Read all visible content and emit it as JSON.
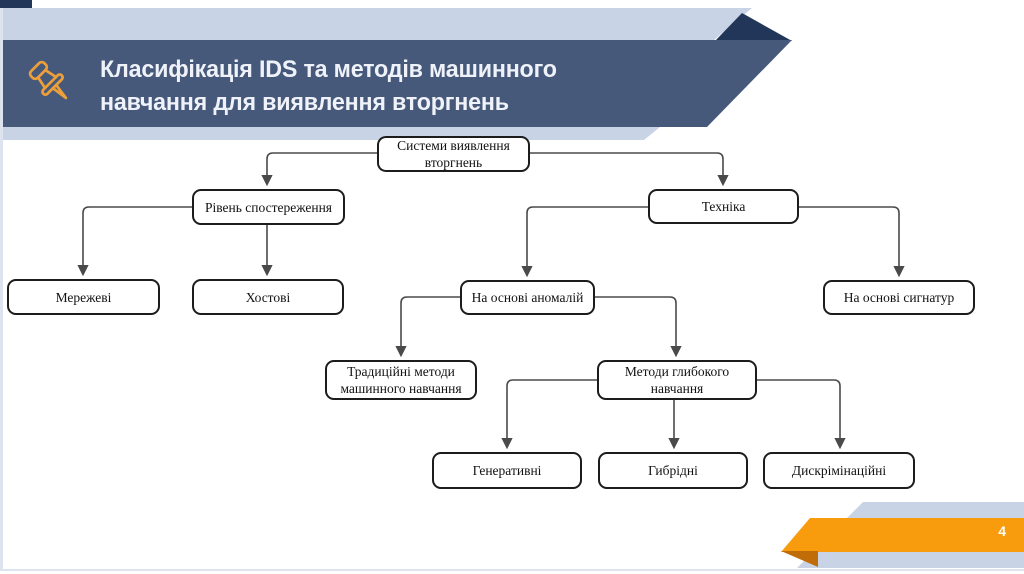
{
  "slide": {
    "title": "Класифікація IDS та методів машинного навчання для виявлення вторгнень",
    "page_number": "4"
  },
  "colors": {
    "banner": "#46597b",
    "banner_dark": "#223659",
    "band": "#c9d3e6",
    "accent_orange": "#f89c0e",
    "accent_orange_dark": "#bf6c09",
    "connector": "#4a4a4a",
    "box_border": "#1c1c1c"
  },
  "icons": {
    "pushpin": "pushpin-icon"
  },
  "diagram": {
    "nodes": {
      "root": {
        "label": "Системи виявлення вторгнень"
      },
      "observation_level": {
        "label": "Рівень спостереження"
      },
      "technique": {
        "label": "Техніка"
      },
      "network": {
        "label": "Мережеві"
      },
      "host": {
        "label": "Хостові"
      },
      "anomaly_based": {
        "label": "На основі аномалій"
      },
      "signature_based": {
        "label": "На основі сигнатур"
      },
      "traditional_ml": {
        "label": "Традиційні методи машинного навчання"
      },
      "deep_learning": {
        "label": "Методи глибокого навчання"
      },
      "generative": {
        "label": "Генеративні"
      },
      "hybrid": {
        "label": "Гибрідні"
      },
      "discriminative": {
        "label": "Дискрімінаційні"
      }
    }
  }
}
